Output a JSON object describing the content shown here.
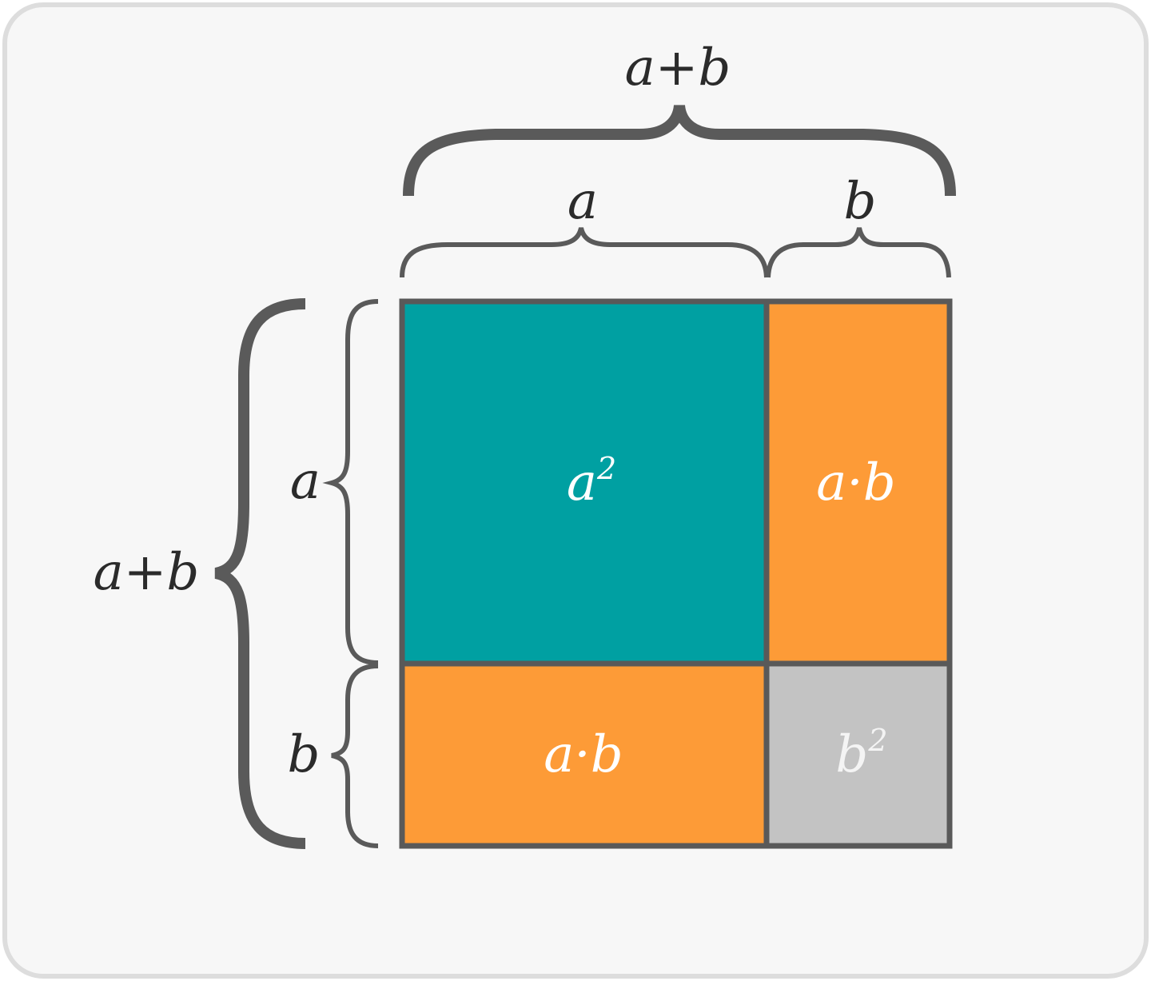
{
  "colors": {
    "panel_bg": "#f7f7f7",
    "panel_border": "#dddddd",
    "outline": "#595959",
    "brace": "#5a5a5a",
    "teal": "#00a0a2",
    "orange": "#fd9b37",
    "gray": "#c3c3c3",
    "text_dark": "#2b2b2b",
    "text_light": "#ffffff",
    "text_light_on_gray": "#f4f4f4"
  },
  "top": {
    "outer_label": "a+b",
    "segment_a_label": "a",
    "segment_b_label": "b"
  },
  "left": {
    "outer_label": "a+b",
    "segment_a_label": "a",
    "segment_b_label": "b"
  },
  "regions": {
    "a_squared": {
      "base": "a",
      "exponent": "2"
    },
    "top_right": {
      "text": "a·b"
    },
    "bottom_left": {
      "text": "a·b"
    },
    "b_squared": {
      "base": "b",
      "exponent": "2"
    }
  }
}
